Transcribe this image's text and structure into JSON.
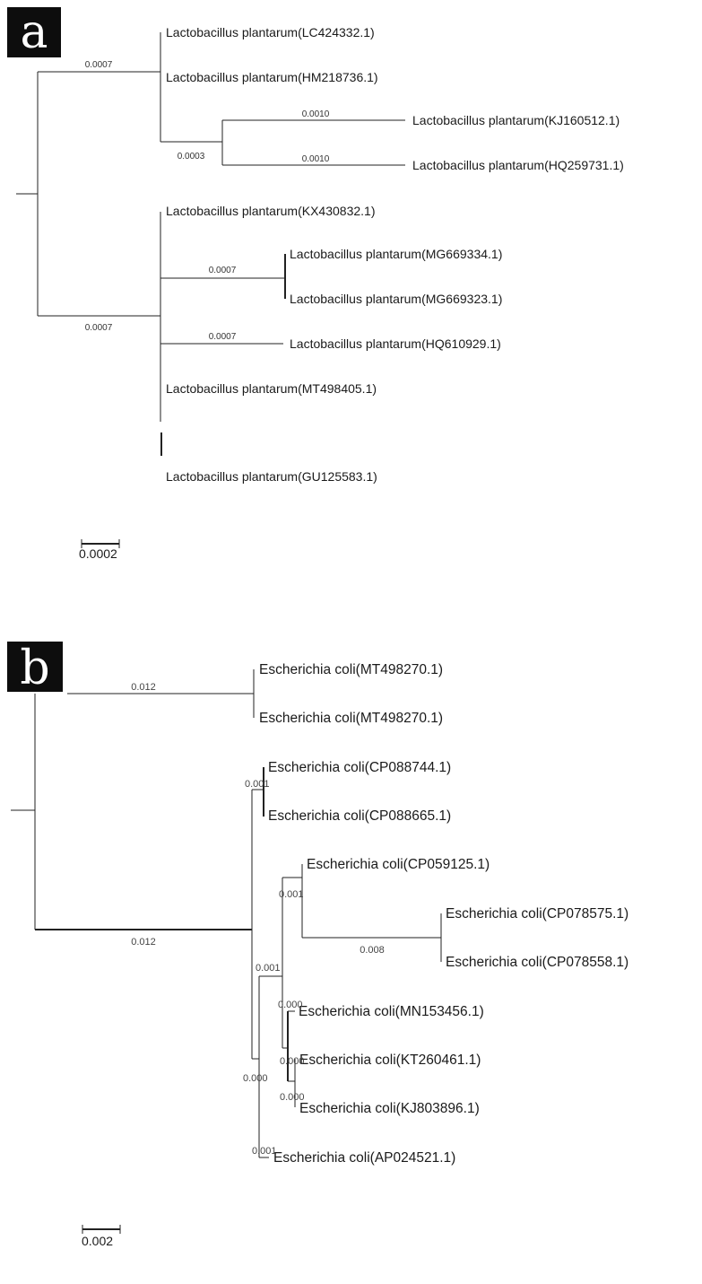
{
  "panel_a": {
    "letter": "a",
    "leaves": [
      "Lactobacillus plantarum(LC424332.1)",
      "Lactobacillus plantarum(HM218736.1)",
      "Lactobacillus plantarum(KJ160512.1)",
      "Lactobacillus plantarum(HQ259731.1)",
      "Lactobacillus plantarum(KX430832.1)",
      "Lactobacillus plantarum(MG669334.1)",
      "Lactobacillus plantarum(MG669323.1)",
      "Lactobacillus plantarum(HQ610929.1)",
      "Lactobacillus plantarum(MT498405.1)",
      "Lactobacillus plantarum(GU125583.1)"
    ],
    "branch_labels": [
      "0.0007",
      "0.0010",
      "0.0003",
      "0.0010",
      "0.0007",
      "0.0007",
      "0.0007"
    ],
    "scale": "0.0002"
  },
  "panel_b": {
    "letter": "b",
    "leaves": [
      "Escherichia coli(MT498270.1)",
      "Escherichia coli(MT498270.1)",
      "Escherichia coli(CP088744.1)",
      "Escherichia coli(CP088665.1)",
      "Escherichia coli(CP059125.1)",
      "Escherichia coli(CP078575.1)",
      "Escherichia coli(CP078558.1)",
      "Escherichia coli(MN153456.1)",
      "Escherichia coli(KT260461.1)",
      "Escherichia coli(KJ803896.1)",
      "Escherichia coli(AP024521.1)"
    ],
    "branch_labels": [
      "0.012",
      "0.001",
      "0.001",
      "0.008",
      "0.001",
      "0.000",
      "0.000",
      "0.000",
      "0.000",
      "0.012",
      "0.001"
    ],
    "scale": "0.002"
  }
}
